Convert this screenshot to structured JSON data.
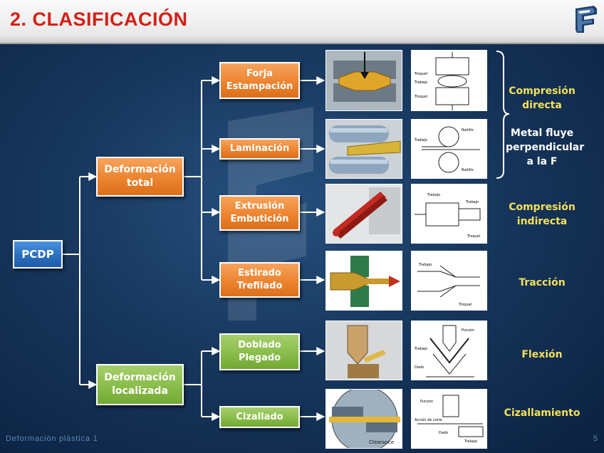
{
  "title": "2. CLASIFICACIÓN",
  "footer": {
    "left": "Deformación plástica 1",
    "page": "5"
  },
  "root": "PCDP",
  "groups": [
    {
      "label": "Deformación total"
    },
    {
      "label": "Deformación localizada"
    }
  ],
  "processes": [
    {
      "lines": [
        "Forja",
        "Estampación"
      ]
    },
    {
      "lines": [
        "Laminación"
      ]
    },
    {
      "lines": [
        "Extrusión",
        "Embutición"
      ]
    },
    {
      "lines": [
        "Estirado",
        "Trefilado"
      ]
    },
    {
      "lines": [
        "Doblado",
        "Plegado"
      ]
    },
    {
      "lines": [
        "Cizallado"
      ]
    }
  ],
  "descriptions": [
    {
      "lines": [
        "Compresión",
        "directa"
      ]
    },
    {
      "lines": [
        "Metal fluye",
        "perpendicular",
        "a la F"
      ]
    },
    {
      "lines": [
        "Compresión",
        "indirecta"
      ]
    },
    {
      "lines": [
        "Tracción"
      ]
    },
    {
      "lines": [
        "Flexión"
      ]
    },
    {
      "lines": [
        "Cizallamiento"
      ]
    }
  ],
  "diagram_labels": {
    "forja": [
      "Troquel",
      "Trabajo",
      "Troquel"
    ],
    "laminacion": [
      "Trabajo",
      "Rodillo",
      "Rodillo"
    ],
    "extrusion": [
      "Trabajo",
      "Trabajo",
      "Troquel"
    ],
    "estirado": [
      "Trabajo",
      "Troquel"
    ],
    "doblado": [
      "Punzón",
      "Trabajo",
      "Dado"
    ],
    "cizallado": [
      "Punzón",
      "Acción de corte",
      "Dado",
      "Trabajo"
    ]
  },
  "photo_labels": {
    "cizallado": "Clearance"
  },
  "colors": {
    "title": "#d42017",
    "process_total": "#ec8430",
    "process_local": "#89bd4a",
    "root": "#2c6fc0",
    "desc_yellow": "#f3e15a"
  },
  "icons": [
    "logo-icon",
    "arrow-icon",
    "brace-icon"
  ]
}
